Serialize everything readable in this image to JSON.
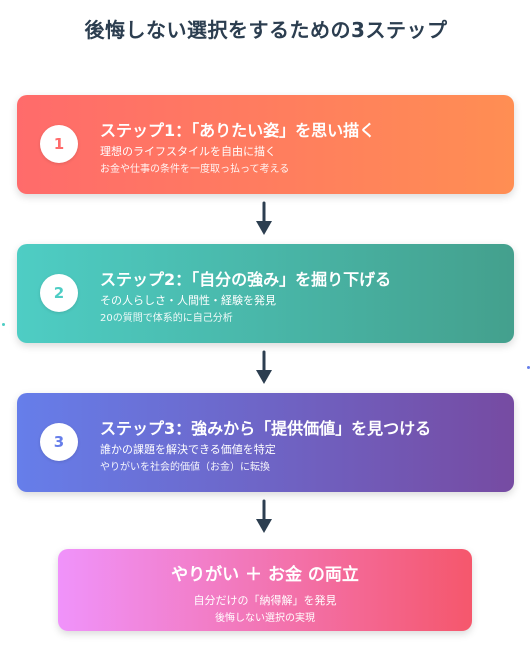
{
  "title": "後悔しない選択をするための3ステップ",
  "colors": {
    "title_text": "#2c3e50",
    "arrow": "#2c3e50",
    "step1_gradient": [
      "#ff6b6b",
      "#ff8e53"
    ],
    "step2_gradient": [
      "#4ecdc4",
      "#44a08d"
    ],
    "step3_gradient": [
      "#667eea",
      "#764ba2"
    ],
    "final_gradient": [
      "#f093fb",
      "#f5576c"
    ]
  },
  "steps": [
    {
      "number": "1",
      "title": "ステップ1：「ありたい姿」を思い描く",
      "description": "理想のライフスタイルを自由に描く",
      "sub": "お金や仕事の条件を一度取っ払って考える"
    },
    {
      "number": "2",
      "title": "ステップ2：「自分の強み」を掘り下げる",
      "description": "その人らしさ・人間性・経験を発見",
      "sub": "20の質問で体系的に自己分析"
    },
    {
      "number": "3",
      "title": "ステップ3：強みから「提供価値」を見つける",
      "description": "誰かの課題を解決できる価値を特定",
      "sub": "やりがいを社会的価値（お金）に転換"
    }
  ],
  "result": {
    "title": "やりがい ＋ お金 の両立",
    "description": "自分だけの「納得解」を発見",
    "sub": "後悔しない選択の実現"
  },
  "icons": {
    "arrow": "arrow-down-icon"
  }
}
